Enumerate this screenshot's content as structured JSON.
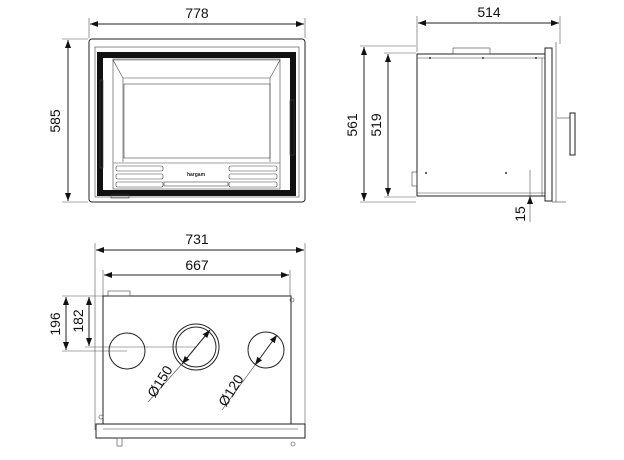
{
  "front_view": {
    "width_label": "778",
    "height_label": "585",
    "logo_text": "hargam"
  },
  "side_view": {
    "depth_label": "514",
    "height_label": "561",
    "inner_height_label": "519",
    "offset_label": "15"
  },
  "top_view": {
    "width_label": "731",
    "inner_width_label": "667",
    "outlet_offset_label": "196",
    "inner_offset_label": "182",
    "flue_diameter_label": "Ø150",
    "air_inlet_diameter_label": "Ø120"
  }
}
